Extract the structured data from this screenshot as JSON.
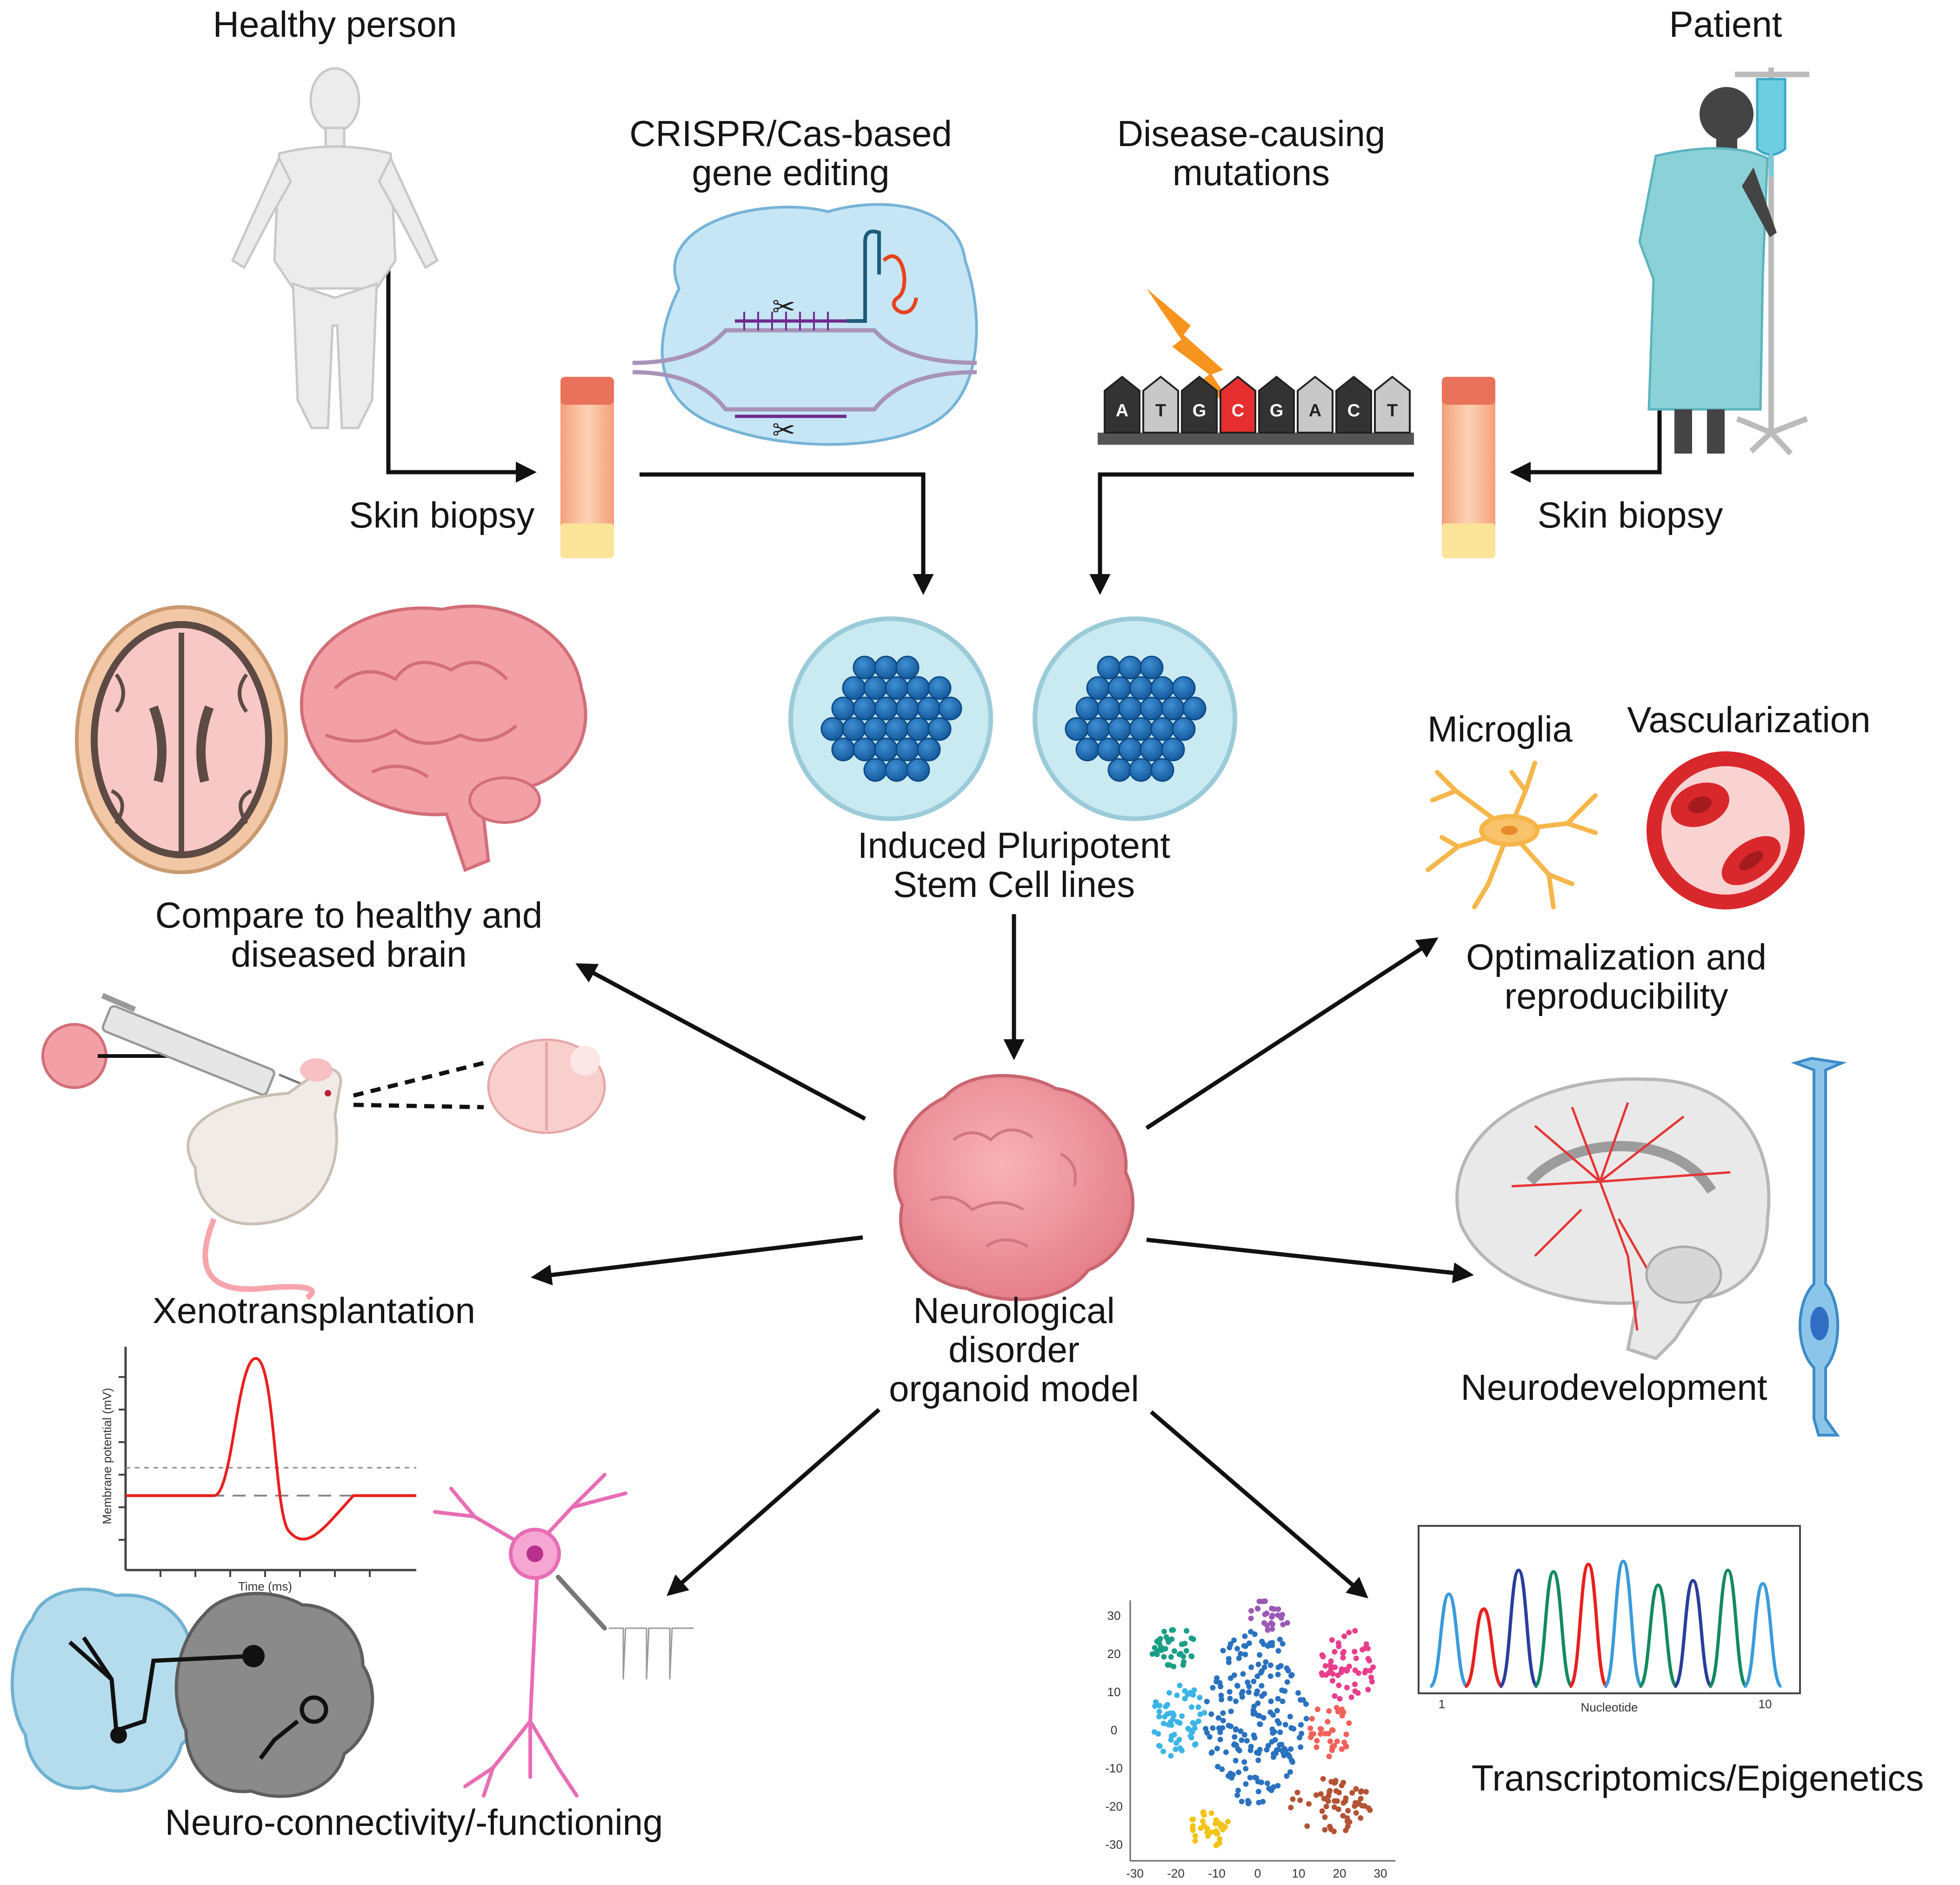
{
  "labels": {
    "healthy_person": "Healthy person",
    "patient": "Patient",
    "crispr": "CRISPR/Cas-based\ngene editing",
    "disease_mutations": "Disease-causing\nmutations",
    "skin_biopsy_left": "Skin biopsy",
    "skin_biopsy_right": "Skin biopsy",
    "ipsc": "Induced Pluripotent\nStem Cell lines",
    "compare": "Compare to healthy and\ndiseased brain",
    "microglia": "Microglia",
    "vascularization": "Vascularization",
    "optimalization": "Optimalization and\nreproducibility",
    "xenotransplantation": "Xenotransplantation",
    "organoid_model": "Neurological\ndisorder\norganoid model",
    "neurodevelopment": "Neurodevelopment",
    "neuro_connectivity": "Neuro-connectivity/-functioning",
    "transcriptomics": "Transcriptomics/Epigenetics"
  },
  "dna_sequence": [
    "A",
    "T",
    "G",
    "C",
    "G",
    "A",
    "C",
    "T"
  ],
  "dna_mutated_index": 3,
  "membrane_plot": {
    "ylabel": "Membrane potential (mV)",
    "xlabel": "Time (ms)"
  },
  "tsne_plot": {
    "x_ticks": [
      "-30",
      "-20",
      "-10",
      "0",
      "10",
      "20",
      "30"
    ],
    "y_ticks": [
      "30",
      "20",
      "10",
      "0",
      "-10",
      "-20",
      "-30"
    ]
  },
  "sequencing_plot": {
    "xlabel": "Nucleotide",
    "x_ticks": [
      "1",
      "10"
    ]
  },
  "colors": {
    "skin": "#f4a97f",
    "organoid": "#f08c95",
    "petri": "#bfe6ef",
    "cells": "#1f6fb5",
    "brain": "#f29aa0",
    "arrow": "#111111",
    "red_trace": "#e8201f"
  },
  "icons": [
    "healthy-person-icon",
    "patient-icon",
    "crispr-cas9-icon",
    "dna-mutation-icon",
    "skin-biopsy-icon",
    "petri-dish-icon",
    "brain-mri-icon",
    "brain-icon",
    "microglia-icon",
    "blood-vessel-icon",
    "syringe-icon",
    "mouse-icon",
    "mouse-brain-section-icon",
    "organoid-icon",
    "sagittal-brain-icon",
    "radial-glia-icon",
    "action-potential-plot",
    "neuron-icon",
    "connected-organoids-icon",
    "tsne-plot",
    "sequencing-chromatogram"
  ]
}
